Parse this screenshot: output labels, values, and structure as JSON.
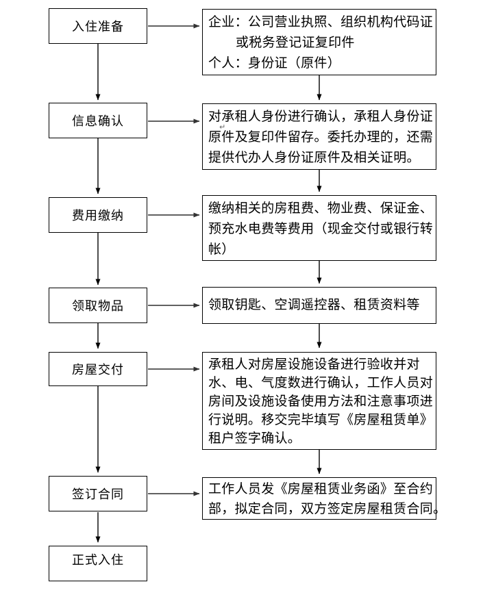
{
  "diagram": {
    "background": "#ffffff",
    "border_color": "#000000",
    "text_color": "#000000",
    "connector_color": "#404040",
    "steps": [
      {
        "label": "入住准备"
      },
      {
        "label": "信息确认"
      },
      {
        "label": "费用缴纳"
      },
      {
        "label": "领取物品"
      },
      {
        "label": "房屋交付"
      },
      {
        "label": "签订合同"
      },
      {
        "label": "正式入住"
      }
    ],
    "details": [
      {
        "lines": [
          "企业：公司营业执照、组织机构代码证",
          "或税务登记证复印件",
          "个人：身份证（原件）"
        ]
      },
      {
        "lines": [
          "对承租人身份进行确认，承租人身份证",
          "原件及复印件留存。委托办理的，还需",
          "提供代办人身份证原件及相关证明。"
        ]
      },
      {
        "lines": [
          "缴纳相关的房租费、物业费、保证金、",
          "预充水电费等费用（现金交付或银行转",
          "帐）"
        ]
      },
      {
        "lines": [
          "领取钥匙、空调遥控器、租赁资料等"
        ]
      },
      {
        "lines": [
          "承租人对房屋设施设备进行验收并对",
          "水、电、气度数进行确认，工作人员对",
          "房间及设施设备使用方法和注意事项进",
          "行说明。移交完毕填写《房屋租赁单》",
          "租户签字确认。"
        ]
      },
      {
        "lines": [
          "工作人员发《房屋租赁业务函》至合约",
          "部，拟定合同，双方签定房屋租赁合同。"
        ]
      }
    ],
    "artifact_return_mark": "↵"
  }
}
